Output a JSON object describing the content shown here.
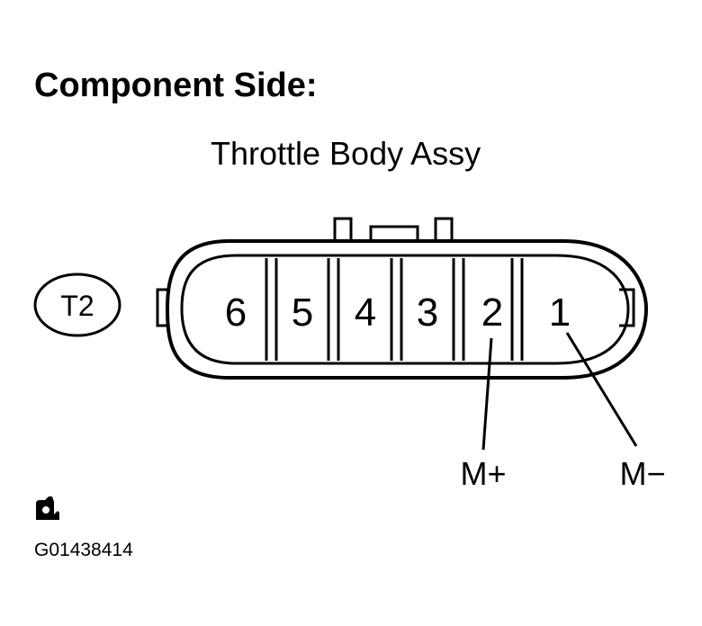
{
  "heading": "Component Side:",
  "subtitle": "Throttle Body Assy",
  "connector": {
    "code": "T2",
    "pins": [
      "6",
      "5",
      "4",
      "3",
      "2",
      "1"
    ]
  },
  "callouts": [
    {
      "label": "M+",
      "pin": "2"
    },
    {
      "label": "M−",
      "pin": "1"
    }
  ],
  "figure_id": "G01438414",
  "icon": "camera-icon"
}
